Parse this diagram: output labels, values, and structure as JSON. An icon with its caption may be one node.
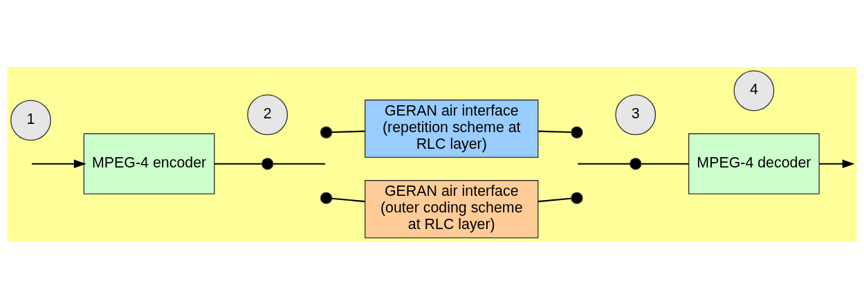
{
  "diagram": {
    "nodes": [
      {
        "text": [
          "1"
        ]
      },
      {
        "text": [
          "2"
        ]
      },
      {
        "text": [],
        "shape": "circle"
      },
      {
        "text": [
          "GERAN air interface (repetition scheme at RLC layer)"
        ]
      },
      {
        "text": [],
        "shape": "circle"
      },
      {
        "text": [
          "3"
        ]
      },
      {
        "text": [
          "4"
        ]
      },
      {
        "text": [
          "MPEG-4 encoder"
        ]
      },
      {
        "text": [],
        "shape": "circle"
      },
      {
        "text": [],
        "shape": "circle"
      },
      {
        "text": [
          "GERAN air interface (outer coding scheme at RLC layer)"
        ]
      },
      {
        "text": [],
        "shape": "circle"
      },
      {
        "text": [],
        "shape": "circle"
      },
      {
        "text": [
          "MPEG-4 decoder"
        ]
      }
    ],
    "edges": [
      {
        "from": null,
        "to": 7,
        "arrow": "to"
      },
      {
        "from": 7,
        "to": 8,
        "arrow": "none"
      },
      {
        "from": 8,
        "to": null,
        "arrow": "none"
      },
      {
        "from": 2,
        "to": 3,
        "arrow": "none"
      },
      {
        "from": 3,
        "to": 4,
        "arrow": "none"
      },
      {
        "from": 9,
        "to": 10,
        "arrow": "none"
      },
      {
        "from": 10,
        "to": 11,
        "arrow": "none"
      },
      {
        "from": null,
        "to": 12,
        "arrow": "none"
      },
      {
        "from": 12,
        "to": 13,
        "arrow": "none"
      },
      {
        "from": 13,
        "to": null,
        "arrow": "to"
      }
    ]
  }
}
